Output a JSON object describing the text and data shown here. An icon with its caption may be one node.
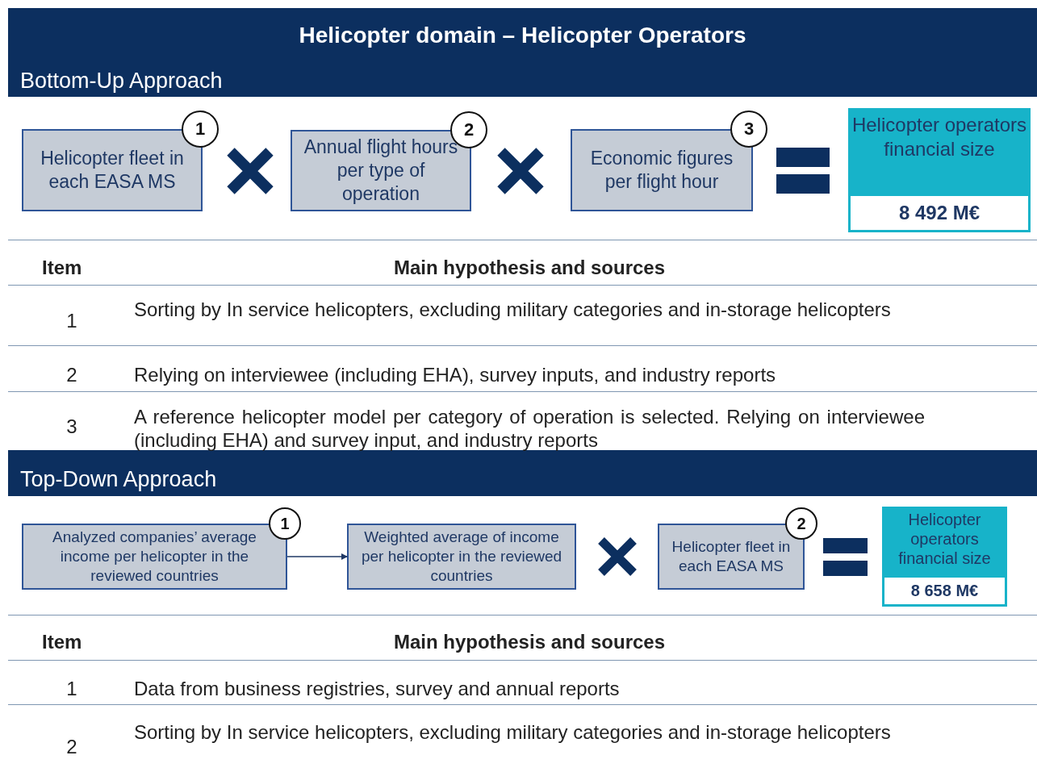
{
  "diagram": {
    "title": "Helicopter domain – Helicopter Operators",
    "nodes": [
      {
        "text": [
          "Helicopter fleet in each EASA MS"
        ]
      },
      {
        "text": [
          "1"
        ]
      },
      {
        "text": [
          "Annual flight hours per type of operation"
        ]
      },
      {
        "text": [
          "2"
        ]
      },
      {
        "text": [
          "Economic figures per flight hour"
        ]
      },
      {
        "text": [
          "3"
        ]
      },
      {
        "text": [
          "Helicopter operators financial size"
        ]
      },
      {
        "text": [
          "8 492 M€"
        ],
        "in": 6
      },
      {
        "text": [
          "Analyzed companies’ average income per helicopter in the reviewed countries"
        ]
      },
      {
        "text": [
          "1"
        ]
      },
      {
        "text": [
          "Weighted average of income per helicopter in the reviewed countries"
        ]
      },
      {
        "text": [
          "Helicopter fleet in each EASA MS"
        ]
      },
      {
        "text": [
          "2"
        ]
      },
      {
        "text": [
          "Helicopter operators financial size"
        ]
      },
      {
        "text": [
          "8 658 M€"
        ],
        "in": 13
      }
    ],
    "edges": [
      {
        "from": 8,
        "to": 10,
        "arrow": "to"
      }
    ],
    "labels": [
      "Bottom-Up Approach",
      "Item",
      "Main hypothesis and sources",
      "1",
      "Sorting by In service helicopters, excluding military categories and in-storage helicopters",
      "2",
      "Relying on interviewee (including EHA), survey inputs, and industry reports",
      "3",
      "A reference helicopter model per category of operation is selected. Relying on interviewee (including EHA) and survey input, and industry reports",
      "Top-Down Approach",
      "Item",
      "Main hypothesis and sources",
      "1",
      "Data from business registries, survey and annual reports",
      "2",
      "Sorting by In service helicopters, excluding military categories and in-storage helicopters"
    ]
  }
}
